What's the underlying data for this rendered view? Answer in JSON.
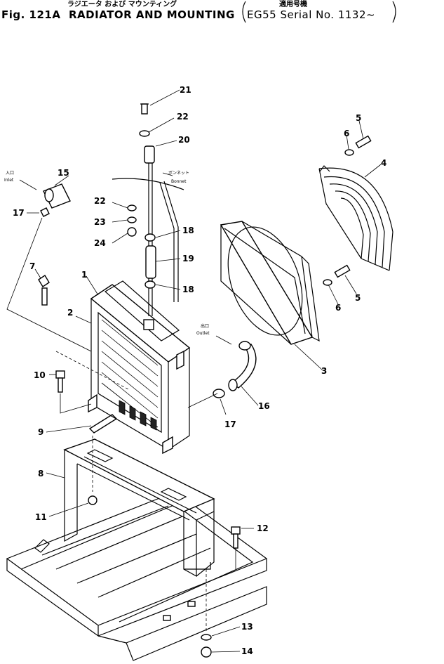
{
  "header": {
    "figure_label": "Fig. 121A",
    "title_en": "RADIATOR AND MOUNTING",
    "title_jp": "ラジエータ および マウンティング",
    "applicability_jp": "適用号機",
    "applicability": "EG55 Serial No. 1132~"
  },
  "notes": {
    "inlet_jp": "入口",
    "inlet_en": "Inlet",
    "bonnet_jp": "ボンネット",
    "bonnet_en": "Bonnet",
    "outlet_jp": "出口",
    "outlet_en": "Outlet"
  },
  "callouts": [
    "1",
    "2",
    "3",
    "4",
    "5",
    "6",
    "7",
    "8",
    "9",
    "10",
    "11",
    "12",
    "13",
    "14",
    "15",
    "16",
    "17",
    "18",
    "19",
    "20",
    "21",
    "22",
    "23",
    "24"
  ],
  "callout_labels": {
    "c1": "1",
    "c2": "2",
    "c3": "3",
    "c4": "4",
    "c5a": "5",
    "c5b": "5",
    "c6a": "6",
    "c6b": "6",
    "c7": "7",
    "c8": "8",
    "c9": "9",
    "c10": "10",
    "c11": "11",
    "c12": "12",
    "c13": "13",
    "c14": "14",
    "c15": "15",
    "c16": "16",
    "c17a": "17",
    "c17b": "17",
    "c18a": "18",
    "c18b": "18",
    "c19": "19",
    "c20": "20",
    "c21": "21",
    "c22a": "22",
    "c22b": "22",
    "c23": "23",
    "c24": "24"
  }
}
